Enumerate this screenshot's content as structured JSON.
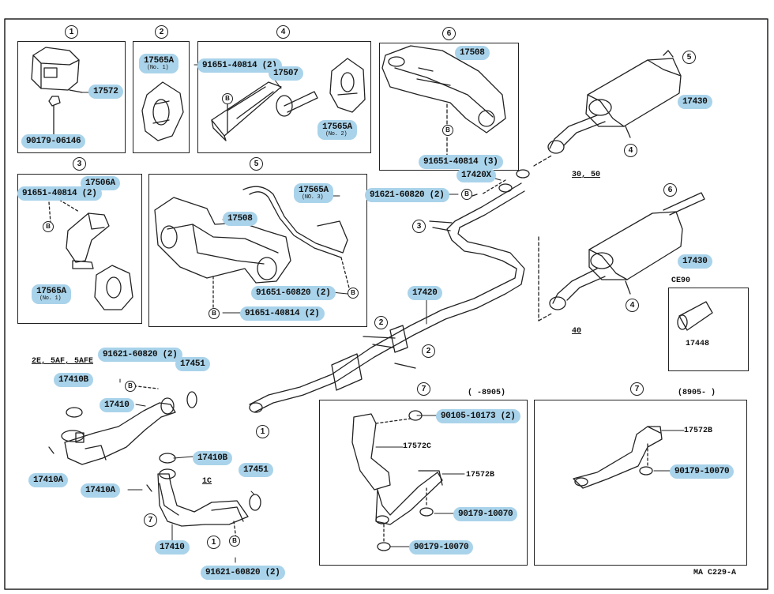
{
  "diagram_id": "MA C229-A",
  "callouts": {
    "c1": "1",
    "c2": "2",
    "c3": "3",
    "c4": "4",
    "c5": "5",
    "c6": "6",
    "c7": "7",
    "b": "B"
  },
  "parts": {
    "p17572": "17572",
    "p90179_06146": "90179-06146",
    "p17565A": "17565A",
    "no1": "(No. 1)",
    "p91651_40814_2": "91651-40814 (2)",
    "p17507": "17507",
    "p17565A_no2": "17565A",
    "no2": "(No. 2)",
    "p17508_top": "17508",
    "p91651_40814_3": "91651-40814 (3)",
    "p17506A": "17506A",
    "p91651_40814_2b": "91651-40814 (2)",
    "p17565A_no1b": "17565A",
    "no1b": "(No. 1)",
    "p17565A_no3": "17565A",
    "no3": "(NO. 3)",
    "p17508_mid": "17508",
    "p91651_60820_2": "91651-60820 (2)",
    "p91651_40814_2c": "91651-40814 (2)",
    "p17420X": "17420X",
    "p91621_60820_2": "91621-60820 (2)",
    "p17430a": "17430",
    "p17430b": "17430",
    "p17420": "17420",
    "p17448": "17448",
    "p91621_60820_2b": "91621-60820 (2)",
    "p17451a": "17451",
    "p17410B_a": "17410B",
    "p17410_a": "17410",
    "p17410A_a": "17410A",
    "p17410B_b": "17410B",
    "p17410A_b": "17410A",
    "p17451b": "17451",
    "p17410_b": "17410",
    "p91621_60820_2c": "91621-60820 (2)",
    "p90105_10173": "90105-10173 (2)",
    "p17572C": "17572C",
    "p17572B_a": "17572B",
    "p90179_10070_a": "90179-10070",
    "p90179_10070_b": "90179-10070",
    "p17572B_b": "17572B",
    "p90179_10070_c": "90179-10070"
  },
  "labels": {
    "engine_2e": "2E, 5AF, 5AFE",
    "engine_1c": "1C",
    "var_30_50": "30, 50",
    "var_40": "40",
    "var_ce90": "CE90",
    "date_before": "(       -8905)",
    "date_after": "(8905-       )"
  }
}
